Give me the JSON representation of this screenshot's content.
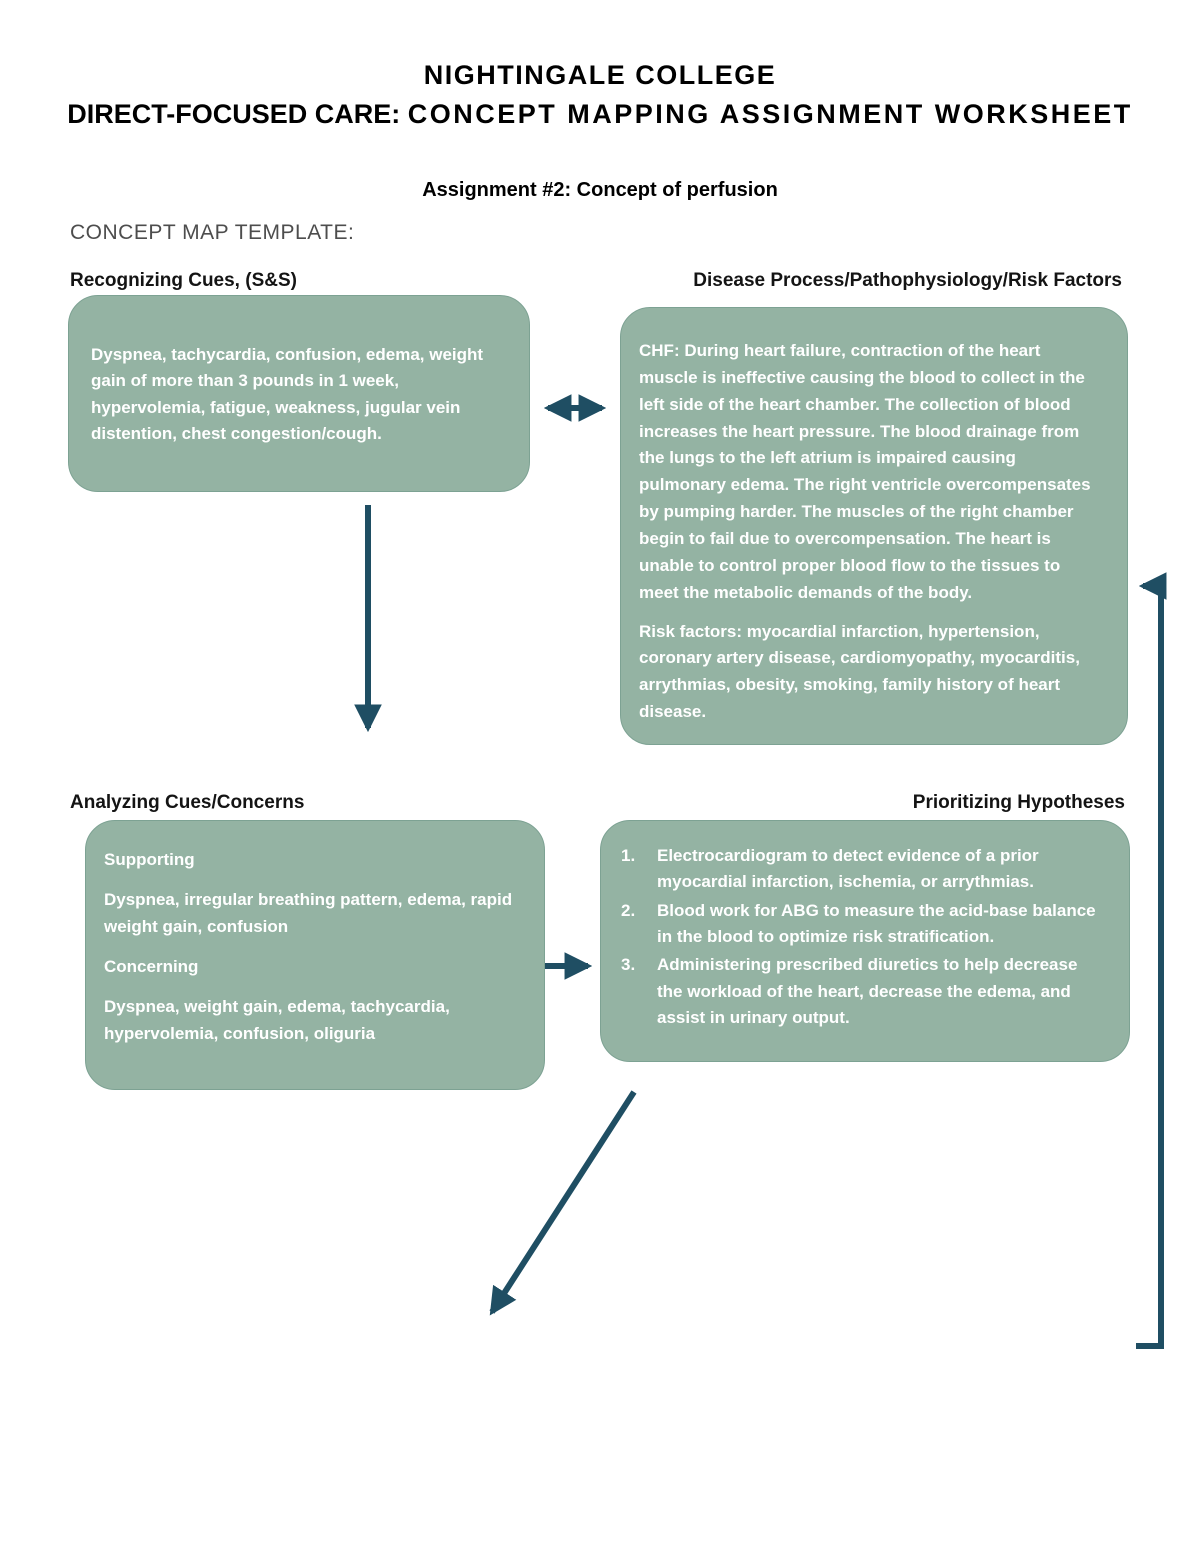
{
  "header": {
    "title": "NIGHTINGALE COLLEGE",
    "subtitle_prefix": "DIRECT-FOCUSED CARE: ",
    "subtitle_main": "CONCEPT MAPPING ASSIGNMENT WORKSHEET",
    "assignment": "Assignment #2: Concept of perfusion",
    "template_label": "CONCEPT MAP TEMPLATE:"
  },
  "sections": {
    "recognizing": {
      "label": "Recognizing Cues, (S&S)",
      "text": "Dyspnea, tachycardia, confusion, edema, weight gain of more than 3 pounds in 1 week, hypervolemia, fatigue, weakness, jugular vein distention, chest congestion/cough."
    },
    "disease": {
      "label": "Disease Process/Pathophysiology/Risk Factors",
      "paragraph1": "CHF: During heart failure, contraction of the heart muscle is ineffective causing the blood to collect in the left side of the heart chamber. The collection of blood increases the heart pressure. The blood drainage from the lungs to the left atrium is impaired causing pulmonary edema. The right ventricle overcompensates by pumping harder. The muscles of the right chamber begin to fail due to overcompensation. The heart is unable to control proper blood flow to the tissues to meet the metabolic demands of the body.",
      "paragraph2": "Risk factors: myocardial infarction, hypertension, coronary artery disease, cardiomyopathy, myocarditis, arrythmias, obesity, smoking, family history of heart disease."
    },
    "analyzing": {
      "label": "Analyzing Cues/Concerns",
      "supporting_heading": "Supporting",
      "supporting_text": "Dyspnea, irregular breathing pattern, edema, rapid weight gain, confusion",
      "concerning_heading": "Concerning",
      "concerning_text": "Dyspnea, weight gain, edema, tachycardia, hypervolemia, confusion, oliguria"
    },
    "prioritizing": {
      "label": "Prioritizing Hypotheses",
      "items": [
        "Electrocardiogram to detect evidence of a prior myocardial infarction, ischemia, or arrythmias.",
        "Blood work for ABG to measure the acid-base balance in the blood to optimize risk stratification.",
        "Administering prescribed diuretics to help decrease the workload of the heart, decrease the edema, and assist in urinary output."
      ]
    }
  },
  "colors": {
    "box_fill": "#94b3a3",
    "box_edge": "#7da293",
    "arrow": "#1f4e63"
  }
}
